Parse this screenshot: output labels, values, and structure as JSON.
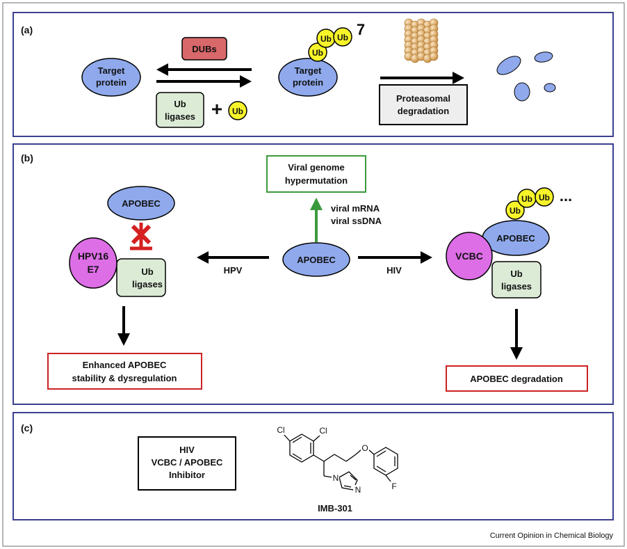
{
  "colors": {
    "panel_border": "#3b3f8f",
    "protein_fill": "#8fa9ec",
    "ligase_fill": "#dcebd6",
    "ub_fill": "#f7f52a",
    "dub_fill": "#d9686a",
    "viral_fill": "#dd6ee6",
    "green": "#3c9a3c",
    "red_box": "#cc2222",
    "inhibit_red": "#d42020",
    "proteasome": "#e1ad6b"
  },
  "panel_a": {
    "label": "(a)",
    "target_left": [
      "Target",
      "protein"
    ],
    "dubs": "DUBs",
    "ub_ligases": [
      "Ub",
      "ligases"
    ],
    "plus": "+",
    "ub": "Ub",
    "chain_count": "7",
    "target_right": [
      "Target",
      "protein"
    ],
    "proteasomal": [
      "Proteasomal",
      "degradation"
    ]
  },
  "panel_b": {
    "label": "(b)",
    "viral_genome": [
      "Viral genome",
      "hypermutation"
    ],
    "viral_substrates": [
      "viral mRNA",
      "viral ssDNA"
    ],
    "center_apobec": "APOBEC",
    "hpv_arrow": "HPV",
    "hiv_arrow": "HIV",
    "left_apobec": "APOBEC",
    "hpv16": [
      "HPV16",
      "E7"
    ],
    "left_ligases": [
      "Ub",
      "ligases"
    ],
    "enhanced": [
      "Enhanced APOBEC",
      "stability & dysregulation"
    ],
    "right_apobec": "APOBEC",
    "vcbc": "VCBC",
    "right_ligases": [
      "Ub",
      "ligases"
    ],
    "ub": "Ub",
    "ellipsis": "...",
    "degradation": "APOBEC degradation"
  },
  "panel_c": {
    "label": "(c)",
    "inhibitor": [
      "HIV",
      "VCBC / APOBEC",
      "Inhibitor"
    ],
    "compound": "IMB-301",
    "atoms": {
      "cl1": "Cl",
      "cl2": "Cl",
      "o": "O",
      "f": "F",
      "n1": "N",
      "n2": "N"
    }
  },
  "footer": "Current Opinion in Chemical Biology"
}
